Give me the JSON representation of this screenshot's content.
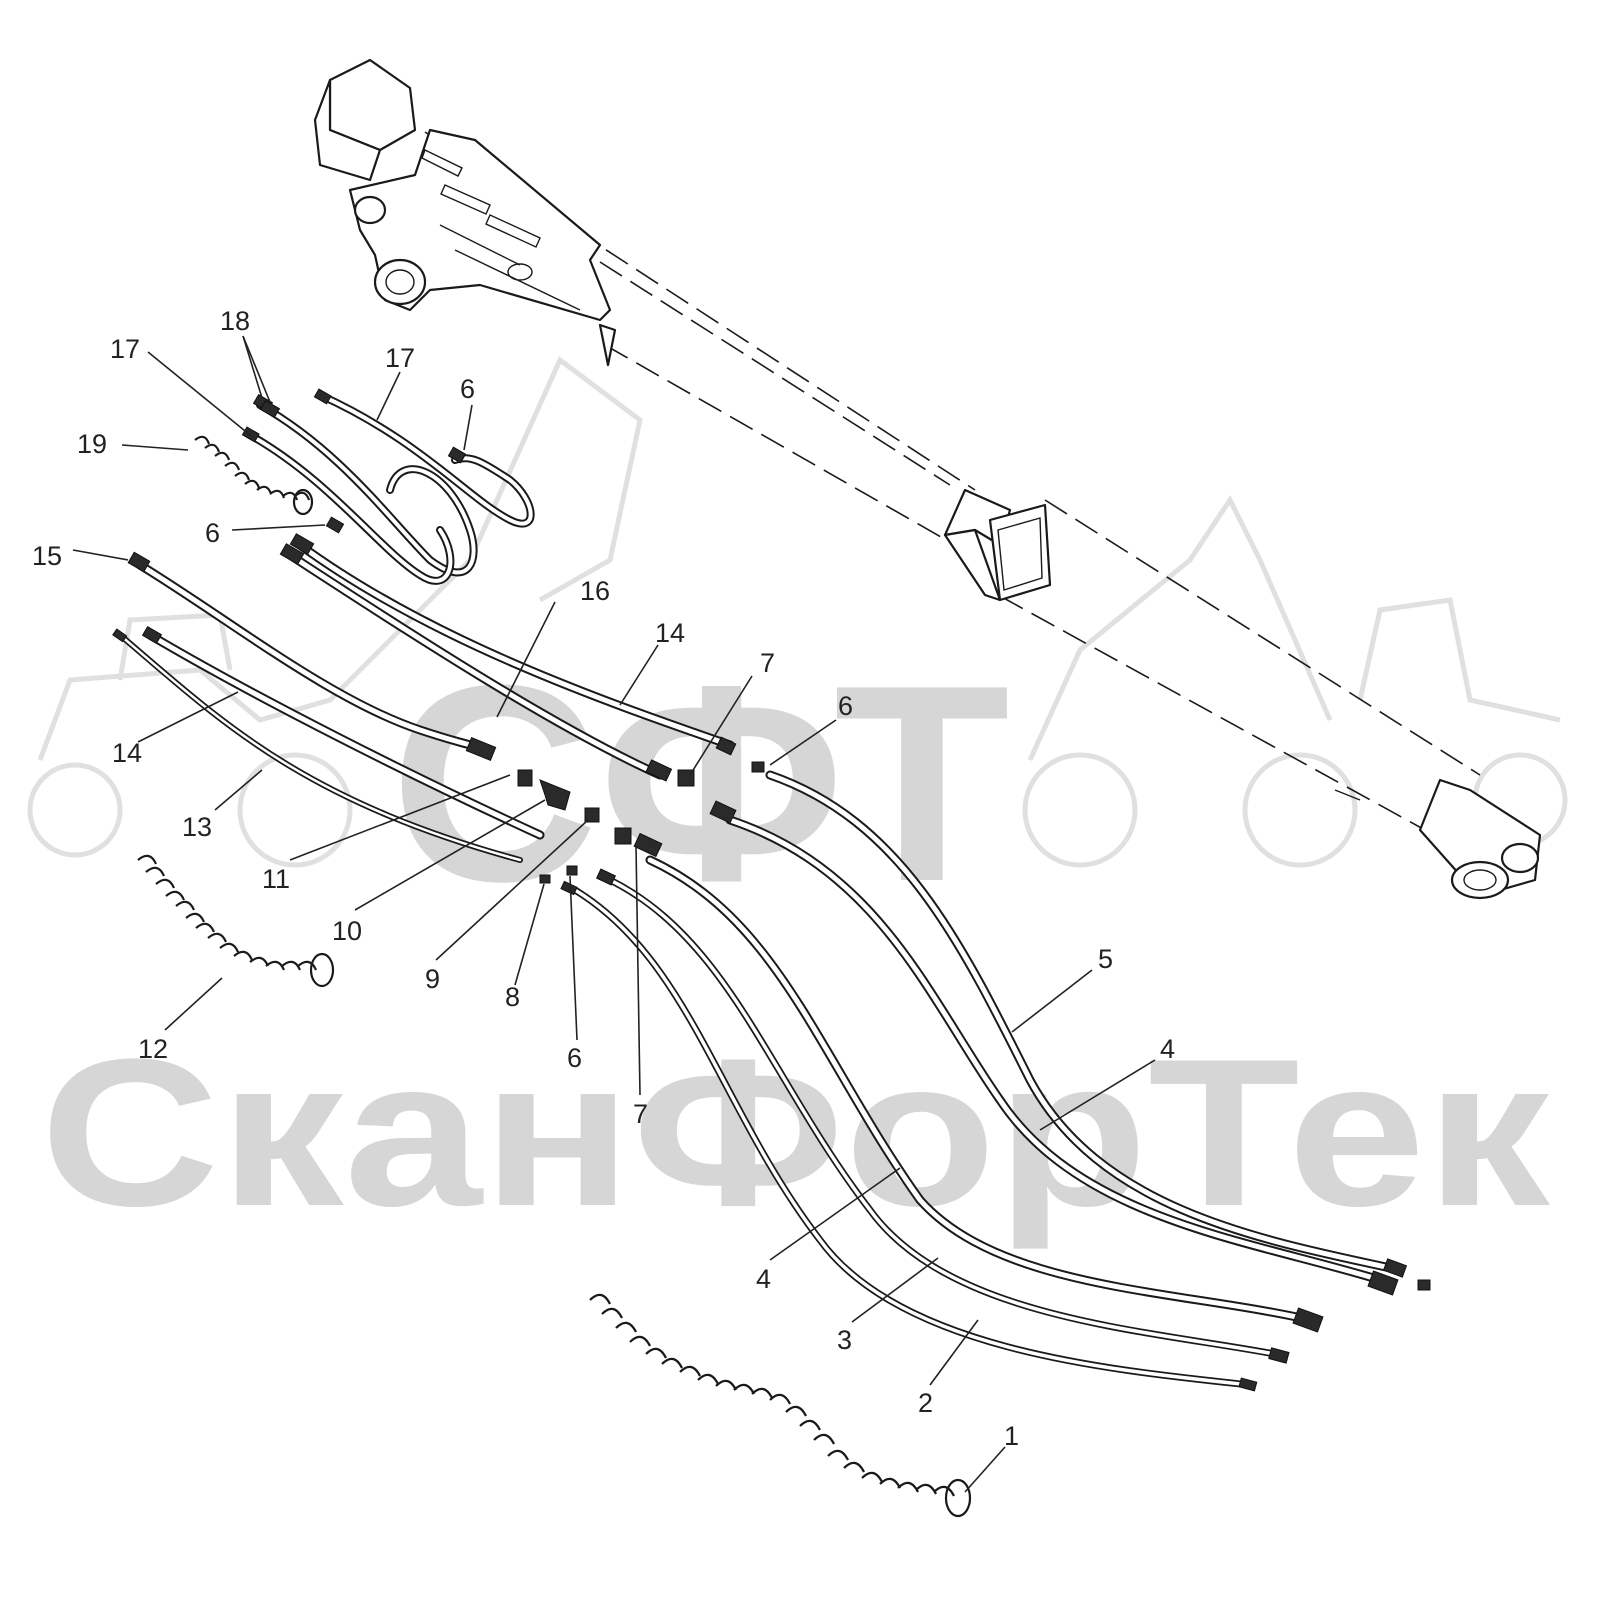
{
  "watermark": {
    "brand": "СФТ",
    "company": "СканФорТек"
  },
  "callouts": {
    "c1": "1",
    "c2": "2",
    "c3": "3",
    "c4a": "4",
    "c4b": "4",
    "c5": "5",
    "c6a": "6",
    "c6b": "6",
    "c6c": "6",
    "c6d": "6",
    "c7a": "7",
    "c7b": "7",
    "c8": "8",
    "c9": "9",
    "c10": "10",
    "c11": "11",
    "c12": "12",
    "c13": "13",
    "c14a": "14",
    "c14b": "14",
    "c15": "15",
    "c16": "16",
    "c17a": "17",
    "c17b": "17",
    "c18": "18",
    "c19": "19"
  }
}
